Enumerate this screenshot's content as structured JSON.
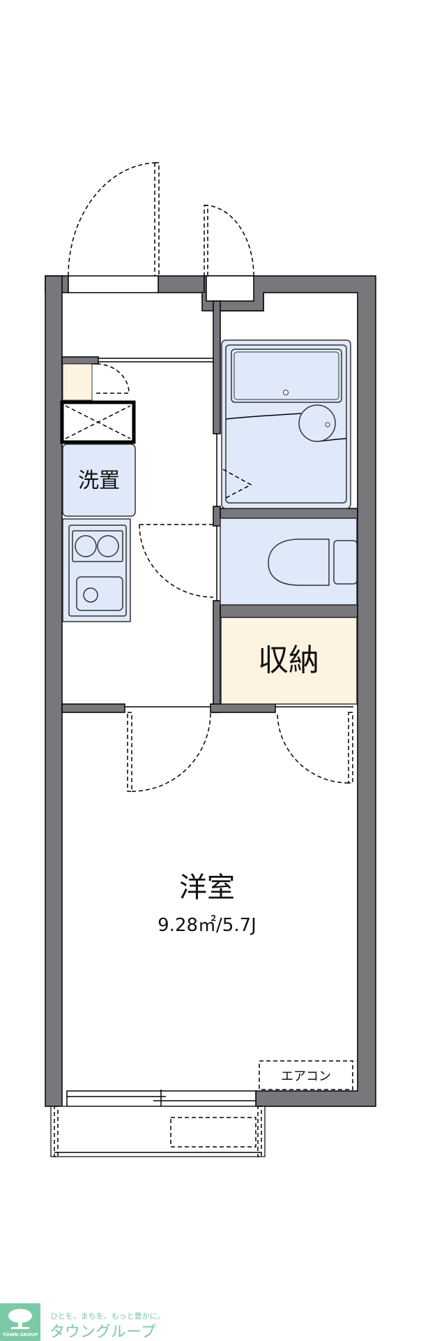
{
  "floorplan": {
    "rooms": {
      "washer": "洗置",
      "storage": "収納",
      "western_room": "洋室",
      "western_room_area": "9.28㎡/5.7J",
      "aircon": "エアコン"
    },
    "colors": {
      "wall": "#78777c",
      "wet_area": "#dfe9f9",
      "storage": "#fdf3e1"
    }
  },
  "logo": {
    "tagline": "ひとを、まちを、もっと豊かに。",
    "name": "タウングループ",
    "mark_text": "TOWN GROUP",
    "color": "#7ccaa5"
  }
}
